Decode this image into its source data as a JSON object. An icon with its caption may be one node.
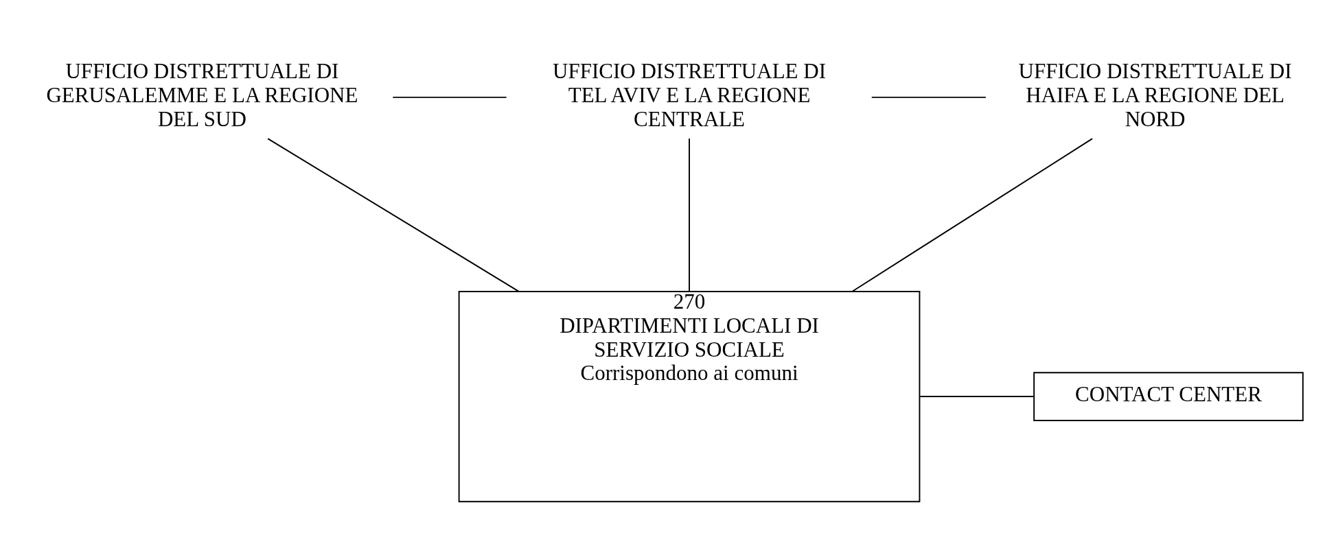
{
  "diagram": {
    "nodes": [
      {
        "text": [
          "UFFICIO DISTRETTUALE DI GERUSALEMME E LA REGIONE DEL SUD"
        ]
      },
      {
        "text": [
          "UFFICIO DISTRETTUALE DI TEL AVIV E LA REGIONE CENTRALE"
        ]
      },
      {
        "text": [
          "UFFICIO DISTRETTUALE DI HAIFA E LA REGIONE DEL NORD"
        ]
      },
      {
        "text": [
          "270",
          "DIPARTIMENTI LOCALI DI SERVIZIO SOCIALE",
          "Corrispondono ai comuni"
        ]
      },
      {
        "text": [
          "CONTACT CENTER"
        ]
      }
    ],
    "edges": [
      {
        "from": 0,
        "to": 1,
        "arrow": "none"
      },
      {
        "from": 1,
        "to": 2,
        "arrow": "none"
      },
      {
        "from": 0,
        "to": 3,
        "arrow": "none"
      },
      {
        "from": 1,
        "to": 3,
        "arrow": "none"
      },
      {
        "from": 2,
        "to": 3,
        "arrow": "none"
      },
      {
        "from": 4,
        "to": 3,
        "arrow": "none"
      }
    ]
  }
}
